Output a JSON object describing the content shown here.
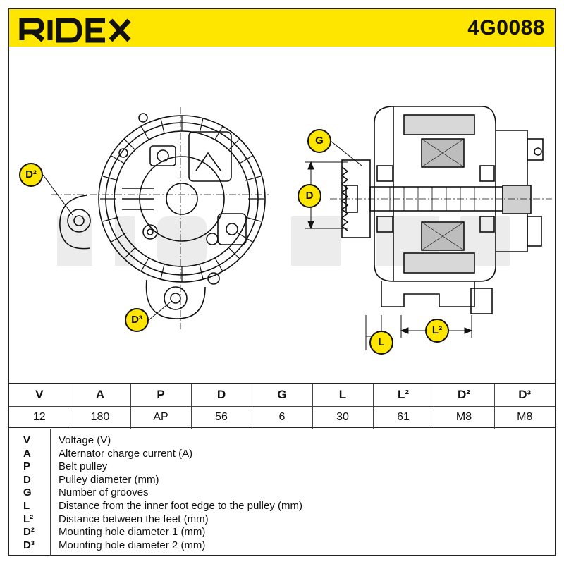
{
  "header": {
    "brand": "RIDEX",
    "part_number": "4G0088",
    "brand_color": "#ffe600"
  },
  "callouts": {
    "g": "G",
    "d": "D",
    "d2": "D²",
    "d3": "D³",
    "l": "L",
    "l2": "L²"
  },
  "spec_table": {
    "headers": [
      "V",
      "A",
      "P",
      "D",
      "G",
      "L",
      "L²",
      "D²",
      "D³"
    ],
    "values": [
      "12",
      "180",
      "AP",
      "56",
      "6",
      "30",
      "61",
      "M8",
      "M8"
    ]
  },
  "legend": [
    {
      "symbol": "V",
      "description": "Voltage (V)"
    },
    {
      "symbol": "A",
      "description": "Alternator charge current (A)"
    },
    {
      "symbol": "P",
      "description": "Belt pulley"
    },
    {
      "symbol": "D",
      "description": "Pulley diameter (mm)"
    },
    {
      "symbol": "G",
      "description": "Number of grooves"
    },
    {
      "symbol": "L",
      "description": "Distance from the inner foot edge to the pulley (mm)"
    },
    {
      "symbol": "L²",
      "description": "Distance between the feet (mm)"
    },
    {
      "symbol": "D²",
      "description": "Mounting hole diameter 1 (mm)"
    },
    {
      "symbol": "D³",
      "description": "Mounting hole diameter 2 (mm)"
    }
  ]
}
